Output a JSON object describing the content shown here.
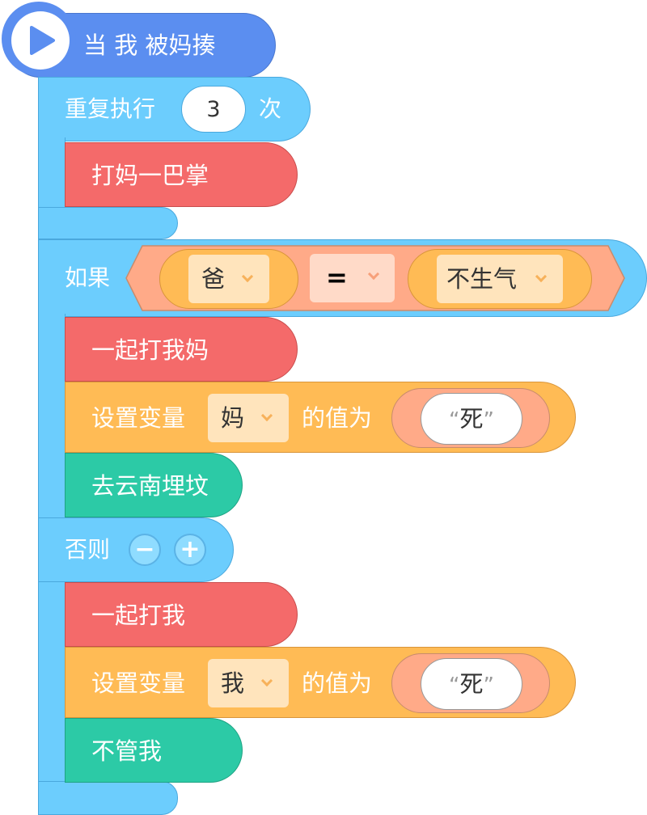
{
  "hat": {
    "label": "当 我 被妈揍",
    "icon": "play-icon"
  },
  "repeat": {
    "label": "重复执行",
    "count": "3",
    "suffix": "次"
  },
  "repeat_body": [
    {
      "label": "打妈一巴掌"
    }
  ],
  "if_block": {
    "label": "如果",
    "condition": {
      "left": "爸",
      "operator": "=",
      "right": "不生气"
    },
    "then": [
      {
        "label": "一起打我妈"
      },
      {
        "label": "设置变量",
        "variable": "妈",
        "value_label": "的值为",
        "open_quote": "“",
        "value": "死",
        "close_quote": "”"
      },
      {
        "label": "去云南埋坟"
      }
    ],
    "else_label": "否则",
    "else_minus": "−",
    "else_plus": "+",
    "else": [
      {
        "label": "一起打我"
      },
      {
        "label": "设置变量",
        "variable": "我",
        "value_label": "的值为",
        "open_quote": "“",
        "value": "死",
        "close_quote": "”"
      },
      {
        "label": "不管我"
      }
    ]
  },
  "colors": {
    "event": "#5b8ef0",
    "control": "#6ccdfd",
    "action_red": "#f46a6a",
    "variable_orange": "#ffbb55",
    "action_green": "#2ccaa6",
    "condition_salmon": "#ffaa88"
  }
}
